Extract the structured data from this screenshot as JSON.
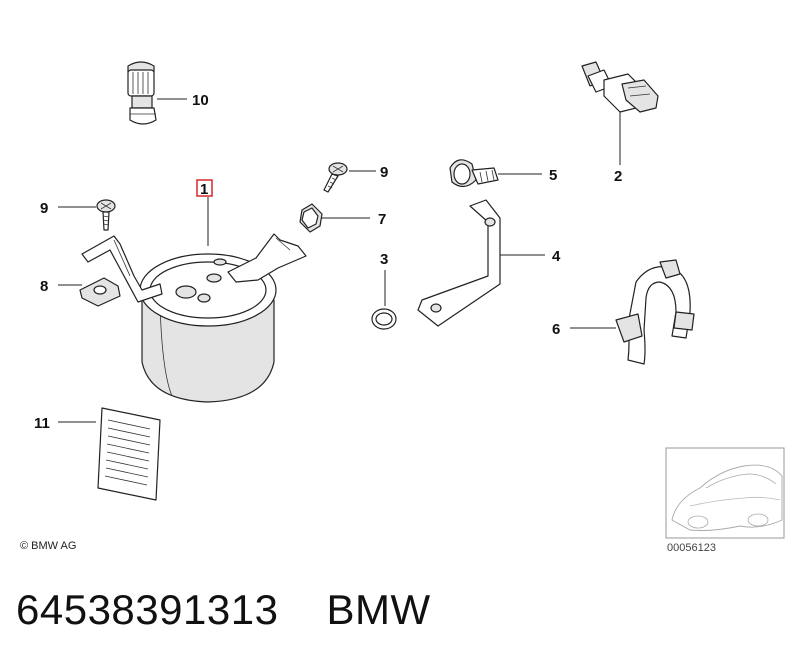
{
  "callouts": {
    "c1": "1",
    "c2": "2",
    "c3": "3",
    "c4": "4",
    "c5": "5",
    "c6": "6",
    "c7": "7",
    "c8": "8",
    "c9a": "9",
    "c9b": "9",
    "c10": "10",
    "c11": "11"
  },
  "copyright": "© BMW AG",
  "reference_code": "00056123",
  "part_number": "64538391313",
  "brand": "BMW",
  "colors": {
    "highlight_box": "#d62828",
    "line": "#222222"
  }
}
